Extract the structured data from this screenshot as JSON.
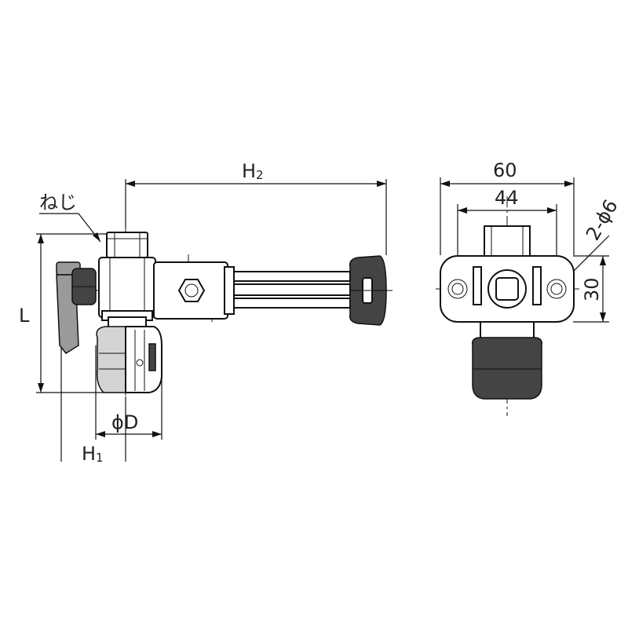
{
  "labels": {
    "h2": "H",
    "h2_sub": "2",
    "neji": "ねじ",
    "l": "L",
    "phi_d": "ϕD",
    "h1": "H",
    "h1_sub": "1",
    "dim_60": "60",
    "dim_44": "44",
    "dim_30": "30",
    "hole_spec": "2-ϕ6"
  }
}
